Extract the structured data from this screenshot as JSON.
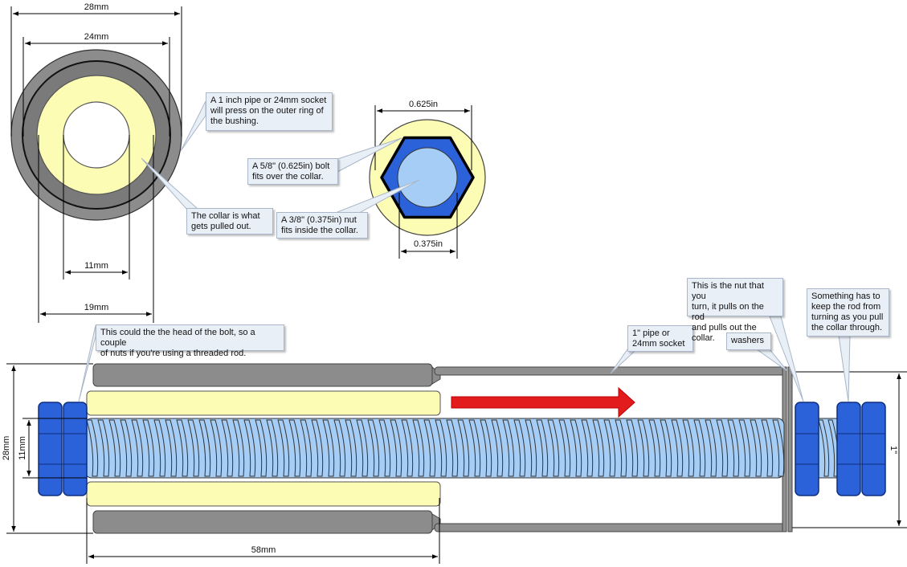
{
  "colors": {
    "outer_ring": "#8c8c8c",
    "inner_ring": "#7a7a7a",
    "collar": "#fdfcb4",
    "nut": "#2b62d9",
    "rod": "#a6cdf5",
    "arrow": "#e21c1c",
    "pipe": "#909090",
    "callout_fill": "#e9eff7"
  },
  "dimensions": {
    "d28": "28mm",
    "d24": "24mm",
    "d11": "11mm",
    "d19": "19mm",
    "w0625": "0.625in",
    "w0375": "0.375in",
    "side28": "28mm",
    "side11": "11mm",
    "len58": "58mm",
    "inch": "1\""
  },
  "callouts": {
    "pipe_press": "A 1 inch pipe or 24mm socket\nwill press on the outer ring of\nthe bushing.",
    "collar": "The collar is what\ngets pulled out.",
    "bolt": "A 5/8\" (0.625in) bolt\nfits over the collar.",
    "nut_inside": "A 3/8\" (0.375in) nut\nfits inside the collar.",
    "bolt_head": "This could the the head of the bolt, so a couple\nof nuts if you're using a threaded rod.",
    "pipe_socket": "1\" pipe or\n24mm socket",
    "washers": "washers",
    "turn_nut": "This is the nut that you\nturn, it pulls on the rod\nand pulls out the collar.",
    "keep_rod": "Something has to\nkeep the rod from\nturning as you pull\nthe collar through."
  }
}
